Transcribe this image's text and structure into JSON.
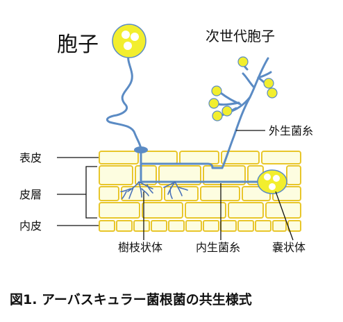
{
  "labels": {
    "spore": "胞子",
    "next_gen_spore": "次世代胞子",
    "epidermis": "表皮",
    "cortex": "皮層",
    "endodermis": "内皮",
    "extraradical_hyphae": "外生菌糸",
    "arbuscule": "樹枝状体",
    "intraradical_hyphae": "内生菌糸",
    "vesicle": "嚢状体"
  },
  "caption": "図1. アーバスキュラー菌根菌の共生様式",
  "colors": {
    "cell_fill": "#fdfde0",
    "cell_border": "#e8c62a",
    "hypha": "#5b8bc4",
    "spore_fill": "#f2ee2e",
    "spore_inner": "#ffffff",
    "arbuscule": "#4a72b8",
    "leader": "#111111"
  }
}
